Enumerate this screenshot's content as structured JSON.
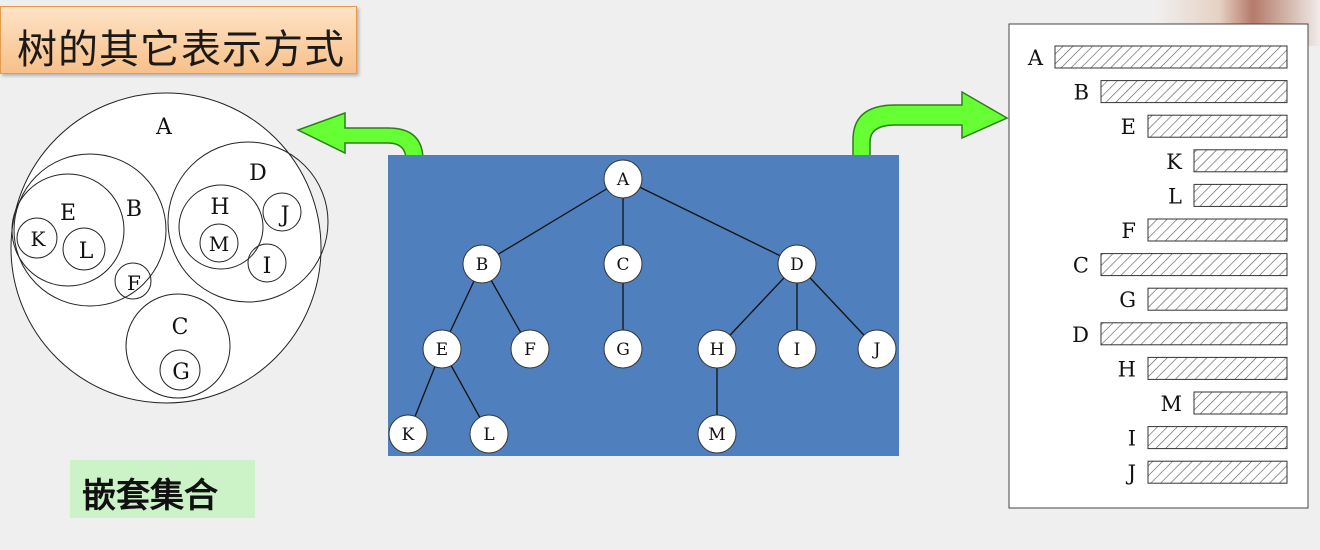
{
  "title": "树的其它表示方式",
  "caption": "嵌套集合",
  "tree": {
    "nodes": [
      "A",
      "B",
      "C",
      "D",
      "E",
      "F",
      "G",
      "H",
      "I",
      "J",
      "K",
      "L",
      "M"
    ],
    "edges": [
      [
        "A",
        "B"
      ],
      [
        "A",
        "C"
      ],
      [
        "A",
        "D"
      ],
      [
        "B",
        "E"
      ],
      [
        "B",
        "F"
      ],
      [
        "C",
        "G"
      ],
      [
        "D",
        "H"
      ],
      [
        "D",
        "I"
      ],
      [
        "D",
        "J"
      ],
      [
        "E",
        "K"
      ],
      [
        "E",
        "L"
      ],
      [
        "H",
        "M"
      ]
    ]
  },
  "nested_sets": {
    "outer": "A",
    "sets": [
      {
        "label": "B",
        "children": [
          {
            "label": "E",
            "children": [
              "K",
              "L"
            ]
          },
          "F"
        ]
      },
      {
        "label": "D",
        "children": [
          {
            "label": "H",
            "children": [
              "M"
            ]
          },
          "J",
          "I"
        ]
      },
      {
        "label": "C",
        "children": [
          "G"
        ]
      }
    ]
  },
  "indented_list": [
    {
      "label": "A",
      "depth": 0
    },
    {
      "label": "B",
      "depth": 1
    },
    {
      "label": "E",
      "depth": 2
    },
    {
      "label": "K",
      "depth": 3
    },
    {
      "label": "L",
      "depth": 3
    },
    {
      "label": "F",
      "depth": 2
    },
    {
      "label": "C",
      "depth": 1
    },
    {
      "label": "G",
      "depth": 2
    },
    {
      "label": "D",
      "depth": 1
    },
    {
      "label": "H",
      "depth": 2
    },
    {
      "label": "M",
      "depth": 3
    },
    {
      "label": "I",
      "depth": 2
    },
    {
      "label": "J",
      "depth": 2
    }
  ],
  "colors": {
    "tree_bg": "#4f80bd",
    "arrow": "#66ff33",
    "title_bg": "#f8c089",
    "caption_bg": "#ccf3c8"
  }
}
